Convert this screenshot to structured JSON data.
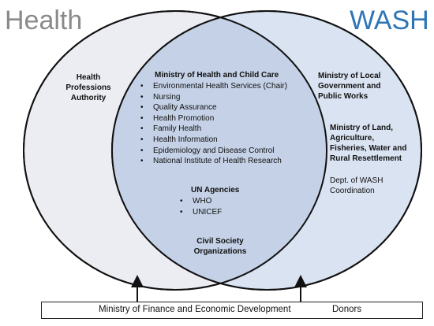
{
  "titles": {
    "left": "Health",
    "right": "WASH"
  },
  "colors": {
    "health_title": "#8a8a8a",
    "wash_title": "#2e75b6",
    "left_fill": "#ecedf3",
    "right_fill": "#dae3f2",
    "overlap_fill": "#c4d1e6"
  },
  "left_only": {
    "heading": "Health Professions Authority"
  },
  "overlap": {
    "ministry": {
      "heading": "Ministry of Health and Child Care",
      "items": [
        "Environmental Health Services (Chair)",
        "Nursing",
        "Quality Assurance",
        "Health Promotion",
        "Family Health",
        "Health Information",
        "Epidemiology and Disease Control",
        "National Institute of Health Research"
      ]
    },
    "un": {
      "heading": "UN Agencies",
      "items": [
        "WHO",
        "UNICEF"
      ]
    },
    "civil": {
      "heading": "Civil Society Organizations"
    }
  },
  "right_only": {
    "local_gov": "Ministry of Local Government and Public Works",
    "land": "Ministry of Land, Agriculture, Fisheries, Water and Rural Resettlement",
    "dept": "Dept. of WASH Coordination"
  },
  "footer": {
    "finance": "Ministry of Finance and Economic Development",
    "donors": "Donors"
  }
}
